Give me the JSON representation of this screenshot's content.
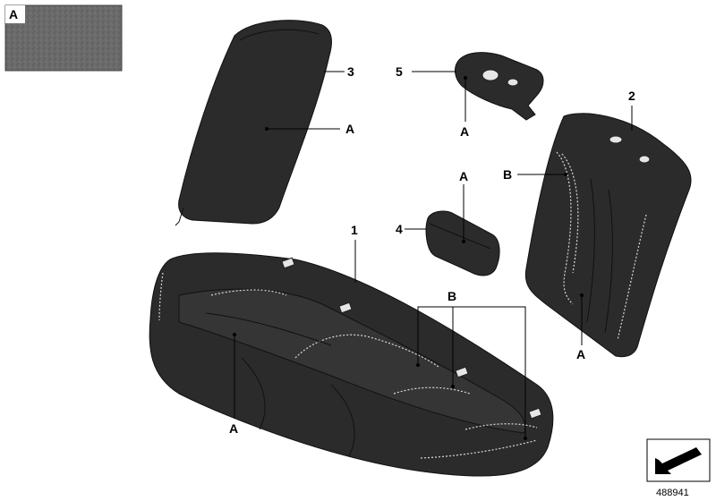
{
  "swatch": {
    "label": "A"
  },
  "callouts": {
    "armrest_number": "3",
    "armrest_material": "A",
    "trim_number": "5",
    "trim_material": "A",
    "backrest_number": "2",
    "backrest_stitch": "B",
    "backrest_material": "A",
    "cover_number": "4",
    "cover_material": "A",
    "cushion_number": "1",
    "cushion_stitch": "B",
    "cushion_material": "A"
  },
  "part_number": "488941"
}
